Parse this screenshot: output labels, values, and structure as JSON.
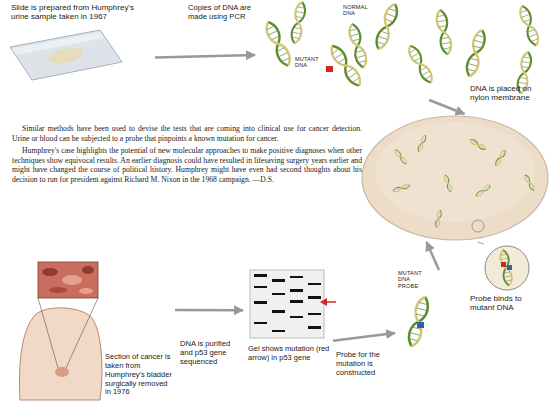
{
  "diagram": {
    "nodes": [
      {
        "text": [
          "Slide is prepared from Humphrey's urine sample taken in 1967"
        ]
      },
      {
        "text": [
          "NORMAL DNA",
          "MUTANT DNA"
        ]
      },
      {
        "text": [
          "DNA is placed on nylon membrane"
        ]
      },
      {
        "text": [
          "Probe binds to mutant DNA"
        ]
      },
      {
        "text": [
          "Section of cancer is taken from Humphrey's bladder surgically removed in 1976"
        ]
      },
      {
        "text": [
          "Gel shows mutation (red arrow) in p53 gene"
        ]
      },
      {
        "text": [
          "MUTANT DNA PROBE"
        ]
      }
    ],
    "edges": [
      {
        "from": 0,
        "to": 1,
        "arrow": "to",
        "label": "Copies of DNA are made using PCR"
      },
      {
        "from": 1,
        "to": 2,
        "arrow": "to"
      },
      {
        "from": 2,
        "to": 3,
        "arrow": "none"
      },
      {
        "from": 4,
        "to": 5,
        "arrow": "to",
        "label": "DNA is purified and p53 gene sequenced"
      },
      {
        "from": 5,
        "to": 6,
        "arrow": "to",
        "label": "Probe for the mutation is constructed"
      },
      {
        "from": 6,
        "to": 2,
        "arrow": "to"
      }
    ],
    "labels": [
      "Similar methods have been used to devise the tests that are coming into clinical use for cancer detection. Urine or blood can be subjected to a probe that pinpoints a known mutation for cancer.",
      "Humphrey's case highlights the potential of new molecular approaches to make positive diagnoses when other techniques show equivocal results. An earlier diagnosis could have resulted in lifesaving surgery years earlier and might have changed the course of political history. Humphrey might have even had second thoughts about his decision to run for president against Richard M. Nixon in the 1968 campaign. —D.S."
    ]
  }
}
